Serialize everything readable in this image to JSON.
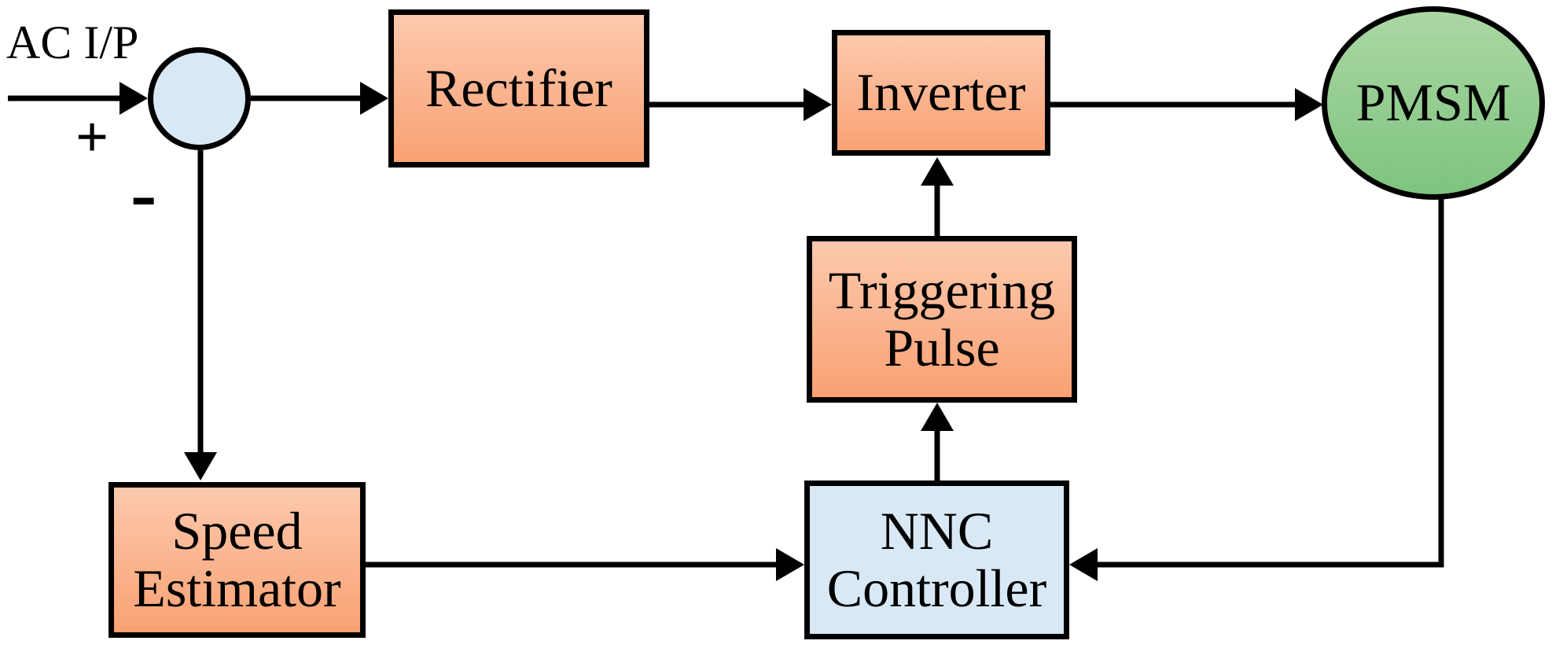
{
  "diagram": {
    "type": "block-diagram",
    "background": "#ffffff",
    "colors": {
      "stroke": "#000000",
      "process_top": "#fcc9ad",
      "process_bottom": "#f9a173",
      "controller_fill": "#d9e8f5",
      "machine_top": "#abd7a3",
      "machine_bottom": "#7dc47e"
    },
    "annotations": {
      "ac_input": "AC I/P",
      "plus": "+",
      "minus": "-"
    },
    "nodes": {
      "summing_junction": {
        "shape": "circle",
        "label": ""
      },
      "rectifier": {
        "shape": "rect",
        "label": "Rectifier"
      },
      "inverter": {
        "shape": "rect",
        "label": "Inverter"
      },
      "triggering_pulse": {
        "shape": "rect",
        "lines": [
          "Triggering",
          "Pulse"
        ]
      },
      "nnc_controller": {
        "shape": "rect",
        "lines": [
          "NNC",
          "Controller"
        ]
      },
      "speed_estimator": {
        "shape": "rect",
        "lines": [
          "Speed",
          "Estimator"
        ]
      },
      "pmsm": {
        "shape": "ellipse",
        "label": "PMSM"
      }
    },
    "connections": [
      {
        "from": "ac_input",
        "to": "summing_junction",
        "sign": "+"
      },
      {
        "from": "summing_junction",
        "to": "rectifier"
      },
      {
        "from": "rectifier",
        "to": "inverter"
      },
      {
        "from": "inverter",
        "to": "pmsm"
      },
      {
        "from": "summing_junction",
        "to": "speed_estimator",
        "sign": "-"
      },
      {
        "from": "speed_estimator",
        "to": "nnc_controller"
      },
      {
        "from": "nnc_controller",
        "to": "triggering_pulse"
      },
      {
        "from": "triggering_pulse",
        "to": "inverter"
      },
      {
        "from": "pmsm",
        "to": "nnc_controller"
      }
    ]
  }
}
